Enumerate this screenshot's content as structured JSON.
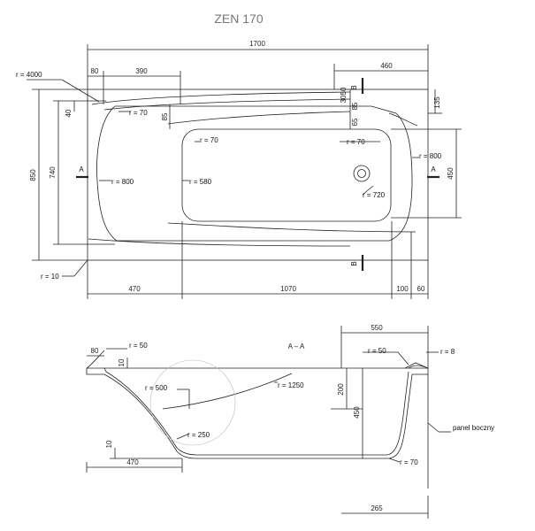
{
  "title": "ZEN 170",
  "top_view": {
    "dims": {
      "overall_length": "1700",
      "left_80": "80",
      "left_390": "390",
      "right_460": "460",
      "height_850": "850",
      "height_740": "740",
      "small_40": "40",
      "small_85": "85",
      "v_30": "30",
      "v_50": "50",
      "v_85": "85",
      "v_65": "65",
      "right_135": "135",
      "right_450": "450",
      "bottom_470": "470",
      "bottom_1070": "1070",
      "bottom_100": "100",
      "bottom_60": "60"
    },
    "radii": {
      "r4000": "r = 4000",
      "r70a": "r = 70",
      "r70b": "r = 70",
      "r70c": "r = 70",
      "r800a": "r = 800",
      "r580": "r = 580",
      "r800b": "r = 800",
      "r720": "r = 720",
      "r10": "r = 10"
    },
    "section_marks": {
      "a_left": "A",
      "a_right": "A",
      "b_top": "B",
      "b_bottom": "B"
    }
  },
  "section_view": {
    "label": "A – A",
    "dims": {
      "d550": "550",
      "d80": "80",
      "d10a": "10",
      "d200": "200",
      "d450": "450",
      "d10b": "10",
      "d470": "470",
      "d265": "265"
    },
    "radii": {
      "r50a": "r = 50",
      "r50b": "r = 50",
      "r8": "r = 8",
      "r500": "r = 500",
      "r1250": "r = 1250",
      "r250": "r = 250",
      "r70": "r = 70"
    },
    "panel_label": "panel boczny"
  }
}
